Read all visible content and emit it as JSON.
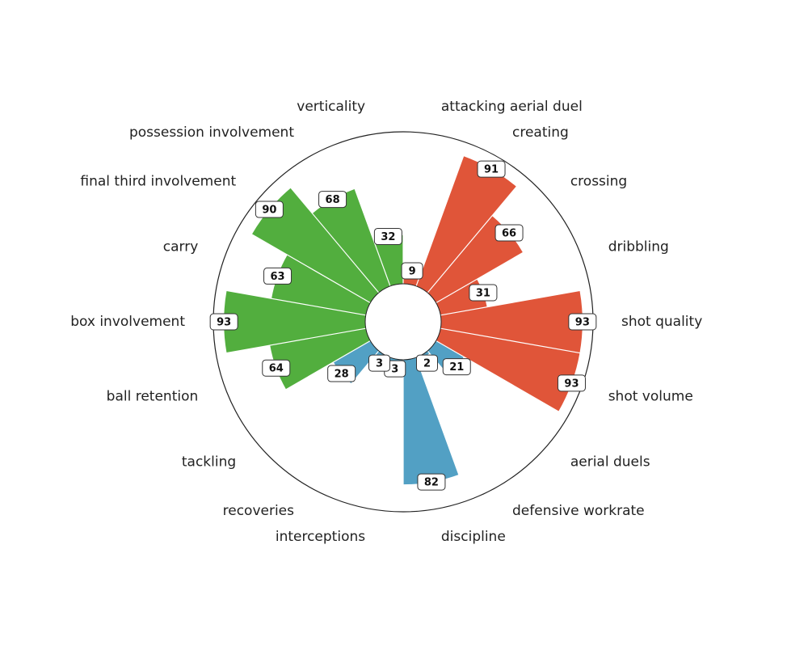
{
  "chart_data": {
    "type": "radial-bar",
    "title": "",
    "value_range": [
      0,
      100
    ],
    "grid": false,
    "colors": {
      "attacking": "#e05539",
      "defending": "#52a0c4",
      "possession": "#52ae3e"
    },
    "categories": [
      "attacking aerial duel",
      "creating",
      "crossing",
      "dribbling",
      "shot quality",
      "shot volume",
      "aerial duels",
      "defensive workrate",
      "discipline",
      "interceptions",
      "recoveries",
      "tackling",
      "ball retention",
      "box involvement",
      "carry",
      "final third involvement",
      "possession involvement",
      "verticality"
    ],
    "values": [
      9,
      91,
      66,
      31,
      93,
      93,
      21,
      2,
      82,
      3,
      3,
      28,
      64,
      93,
      63,
      90,
      68,
      32
    ],
    "groups": [
      "attacking",
      "attacking",
      "attacking",
      "attacking",
      "attacking",
      "attacking",
      "defending",
      "defending",
      "defending",
      "defending",
      "defending",
      "defending",
      "possession",
      "possession",
      "possession",
      "possession",
      "possession",
      "possession"
    ]
  }
}
